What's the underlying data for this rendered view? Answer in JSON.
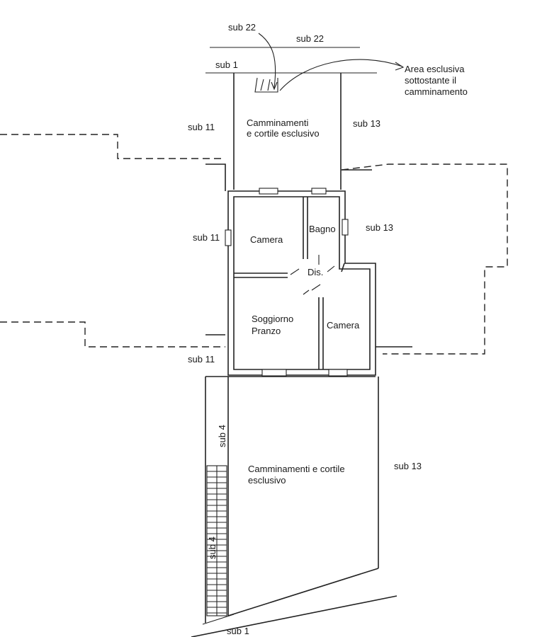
{
  "labels": {
    "sub22_top": "sub 22",
    "sub22_right": "sub 22",
    "sub1_top": "sub 1",
    "area_line1": "Area esclusiva",
    "area_line2": "sottostante il",
    "area_line3": "camminamento",
    "sub11_upper": "sub 11",
    "north_line1": "Camminamenti",
    "north_line2": "e cortile esclusivo",
    "sub13_upper": "sub 13",
    "sub11_mid": "sub 11",
    "camera_left": "Camera",
    "bagno": "Bagno",
    "sub13_mid": "sub 13",
    "dis": "Dis.",
    "soggiorno_line1": "Soggiorno",
    "soggiorno_line2": "Pranzo",
    "camera_right": "Camera",
    "sub11_lower": "sub 11",
    "sub4_upper": "sub 4",
    "south_line1": "Camminamenti e cortile",
    "south_line2": "esclusivo",
    "sub13_lower": "sub 13",
    "sub4_lower": "sub 4",
    "sub1_bottom": "sub 1"
  }
}
